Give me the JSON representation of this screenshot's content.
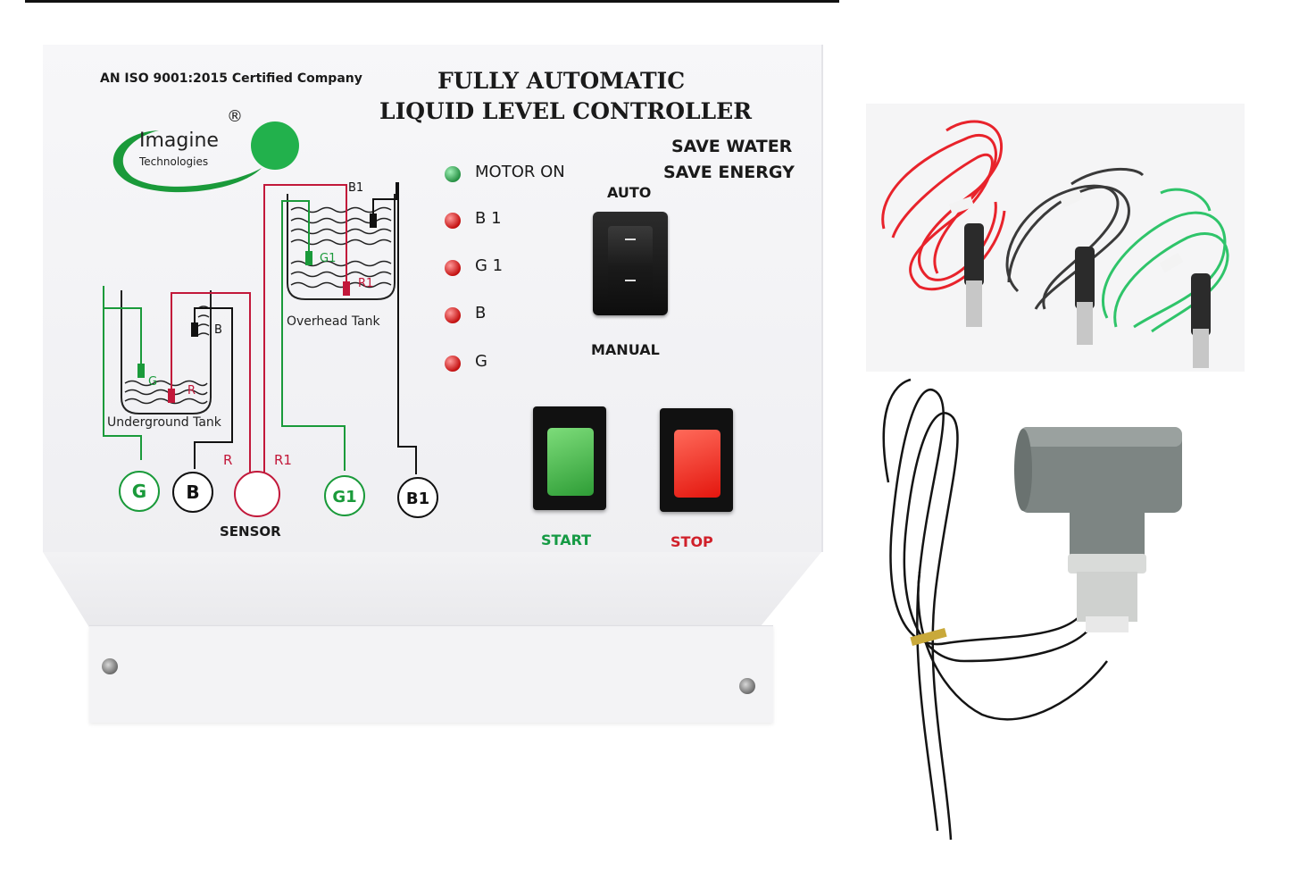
{
  "panel": {
    "certification": "AN ISO 9001:2015 Certified Company",
    "title_line1": "FULLY AUTOMATIC",
    "title_line2": "LIQUID LEVEL CONTROLLER",
    "slogan_line1": "SAVE WATER",
    "slogan_line2": "SAVE ENERGY",
    "logo": {
      "name": "Imagine",
      "subtitle": "Technologies",
      "registered": "®",
      "swoosh_color": "#1a9a3a",
      "dot_color": "#22b14c"
    },
    "diagram": {
      "overhead_tank": "Overhead Tank",
      "underground_tank": "Underground Tank",
      "tags": {
        "b1": "B1",
        "g1": "G1",
        "r1": "R1",
        "b": "B",
        "g": "G",
        "r": "R",
        "wire_r": "R",
        "wire_r1": "R1"
      },
      "terminals": [
        "G",
        "B",
        "",
        "G1",
        "B1"
      ],
      "sensor_label": "SENSOR",
      "colors": {
        "green": "#1a9a3a",
        "red": "#c2183a",
        "black": "#111111"
      }
    },
    "indicators": [
      {
        "label": "MOTOR ON",
        "color": "green"
      },
      {
        "label": "B 1",
        "color": "red"
      },
      {
        "label": "G 1",
        "color": "red"
      },
      {
        "label": "B",
        "color": "red"
      },
      {
        "label": "G",
        "color": "red"
      }
    ],
    "mode_switch": {
      "auto_label": "AUTO",
      "manual_label": "MANUAL"
    },
    "start_label": "START",
    "stop_label": "STOP",
    "start_color": "#159a44",
    "stop_color": "#d0202a"
  },
  "accessories": {
    "probe_wire_colors": [
      "#e8232b",
      "#3a3a3a",
      "#2fc46a"
    ],
    "flow_sensor_body_color": "#7d8583"
  }
}
